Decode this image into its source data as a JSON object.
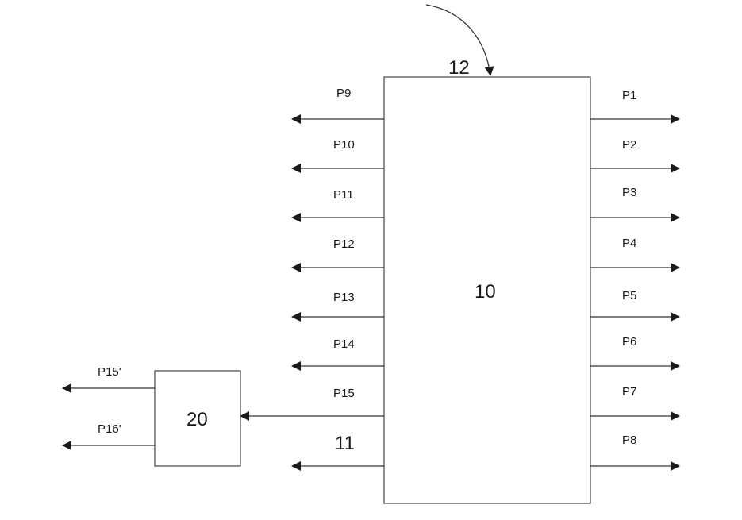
{
  "main_block": {
    "ref": "10",
    "feed_ref": "12"
  },
  "right_pins": [
    "P1",
    "P2",
    "P3",
    "P4",
    "P5",
    "P6",
    "P7",
    "P8"
  ],
  "left_pins": [
    "P9",
    "P10",
    "P11",
    "P12",
    "P13",
    "P14",
    "P15",
    "11"
  ],
  "sub_block": {
    "ref": "20",
    "outputs": [
      "P15'",
      "P16'"
    ]
  },
  "colors": {
    "line": "#333333",
    "arrowhead": "#1a1a1a"
  }
}
